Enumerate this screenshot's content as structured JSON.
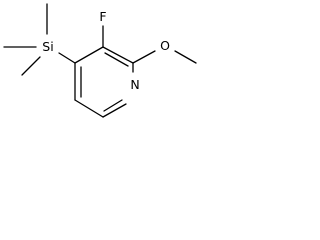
{
  "molecule": {
    "atoms": {
      "fluorine": "F",
      "silicon": "Si",
      "nitrogen": "N",
      "oxygen": "O"
    },
    "colors": {
      "bond": "#000000",
      "text": "#000000",
      "background": "#ffffff"
    }
  }
}
